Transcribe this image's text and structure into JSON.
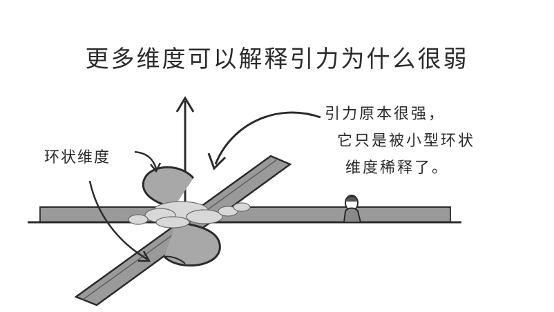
{
  "title": "更多维度可以解释引力为什么很弱",
  "labels": {
    "left": "环状维度",
    "right_lines": [
      "引力原本很强，",
      "它只是被小型环状",
      "维度稀释了。"
    ]
  },
  "colors": {
    "ink": "#2a2a2a",
    "membrane": "#9a9a9a",
    "membrane_edge": "#5e5e5e",
    "cloud": "#d8d8d8",
    "background": "#ffffff"
  }
}
